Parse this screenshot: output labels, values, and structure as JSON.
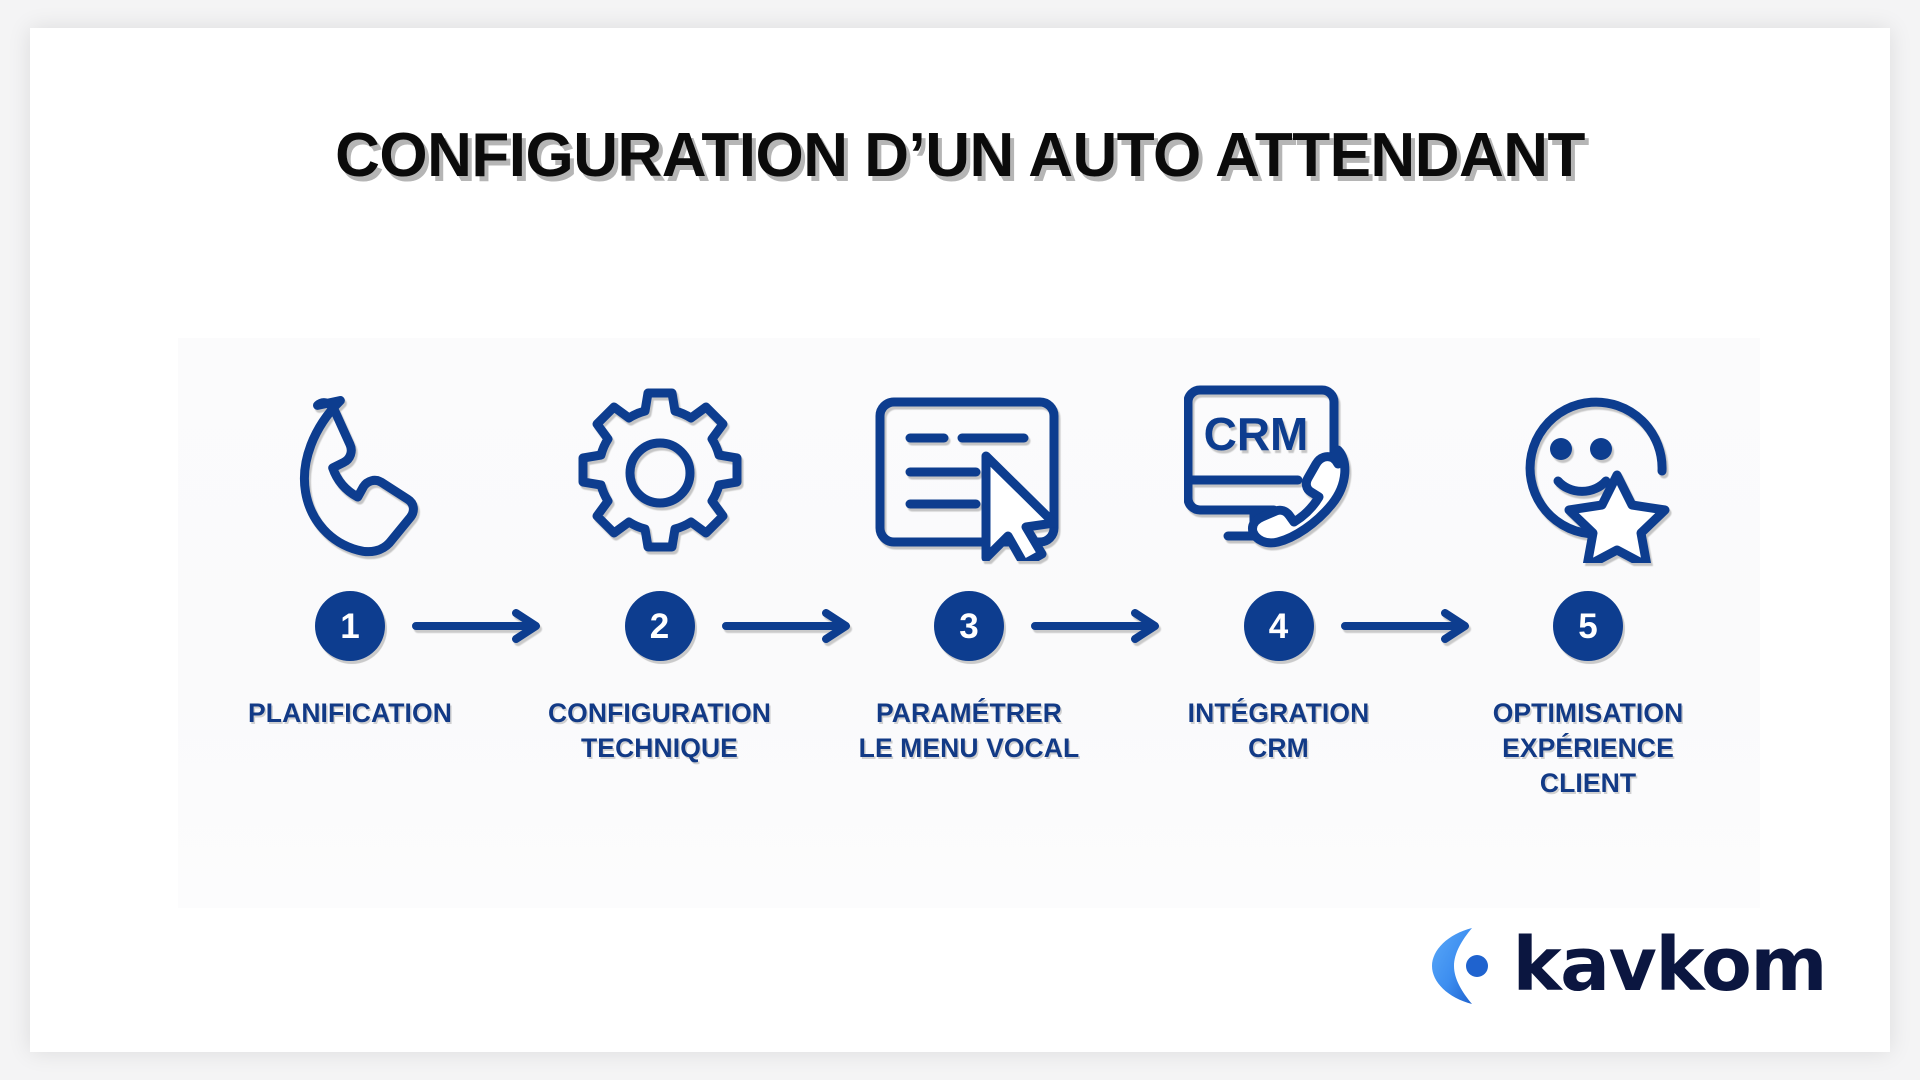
{
  "page": {
    "title": "CONFIGURATION D’UN AUTO ATTENDANT",
    "background_color": "#f4f4f5",
    "card_color": "#ffffff",
    "accent_color": "#0d3d8f",
    "label_color": "#123a86",
    "icon_color": "#0d3d8f"
  },
  "steps": [
    {
      "number": "1",
      "icon": "phone-handset-icon",
      "label": "PLANIFICATION"
    },
    {
      "number": "2",
      "icon": "gear-icon",
      "label": "CONFIGURATION\nTECHNIQUE"
    },
    {
      "number": "3",
      "icon": "menu-cursor-icon",
      "label": "PARAMÉTRER\nLE MENU VOCAL"
    },
    {
      "number": "4",
      "icon": "crm-monitor-phone-icon",
      "label": "INTÉGRATION\nCRM"
    },
    {
      "number": "5",
      "icon": "smiley-star-icon",
      "label": "OPTIMISATION\nEXPÉRIENCE\nCLIENT"
    }
  ],
  "connectors": {
    "icon": "arrow-right-icon",
    "count": 4,
    "color": "#0d3d8f"
  },
  "crm_screen_text": "CRM",
  "logo": {
    "name": "kavkom",
    "wordmark": "kavkom",
    "mark_icon": "kavkom-crescent-dot-icon",
    "mark_color_light": "#4a9cf5",
    "mark_color_dark": "#1e62d0",
    "text_color": "#0b1640"
  }
}
